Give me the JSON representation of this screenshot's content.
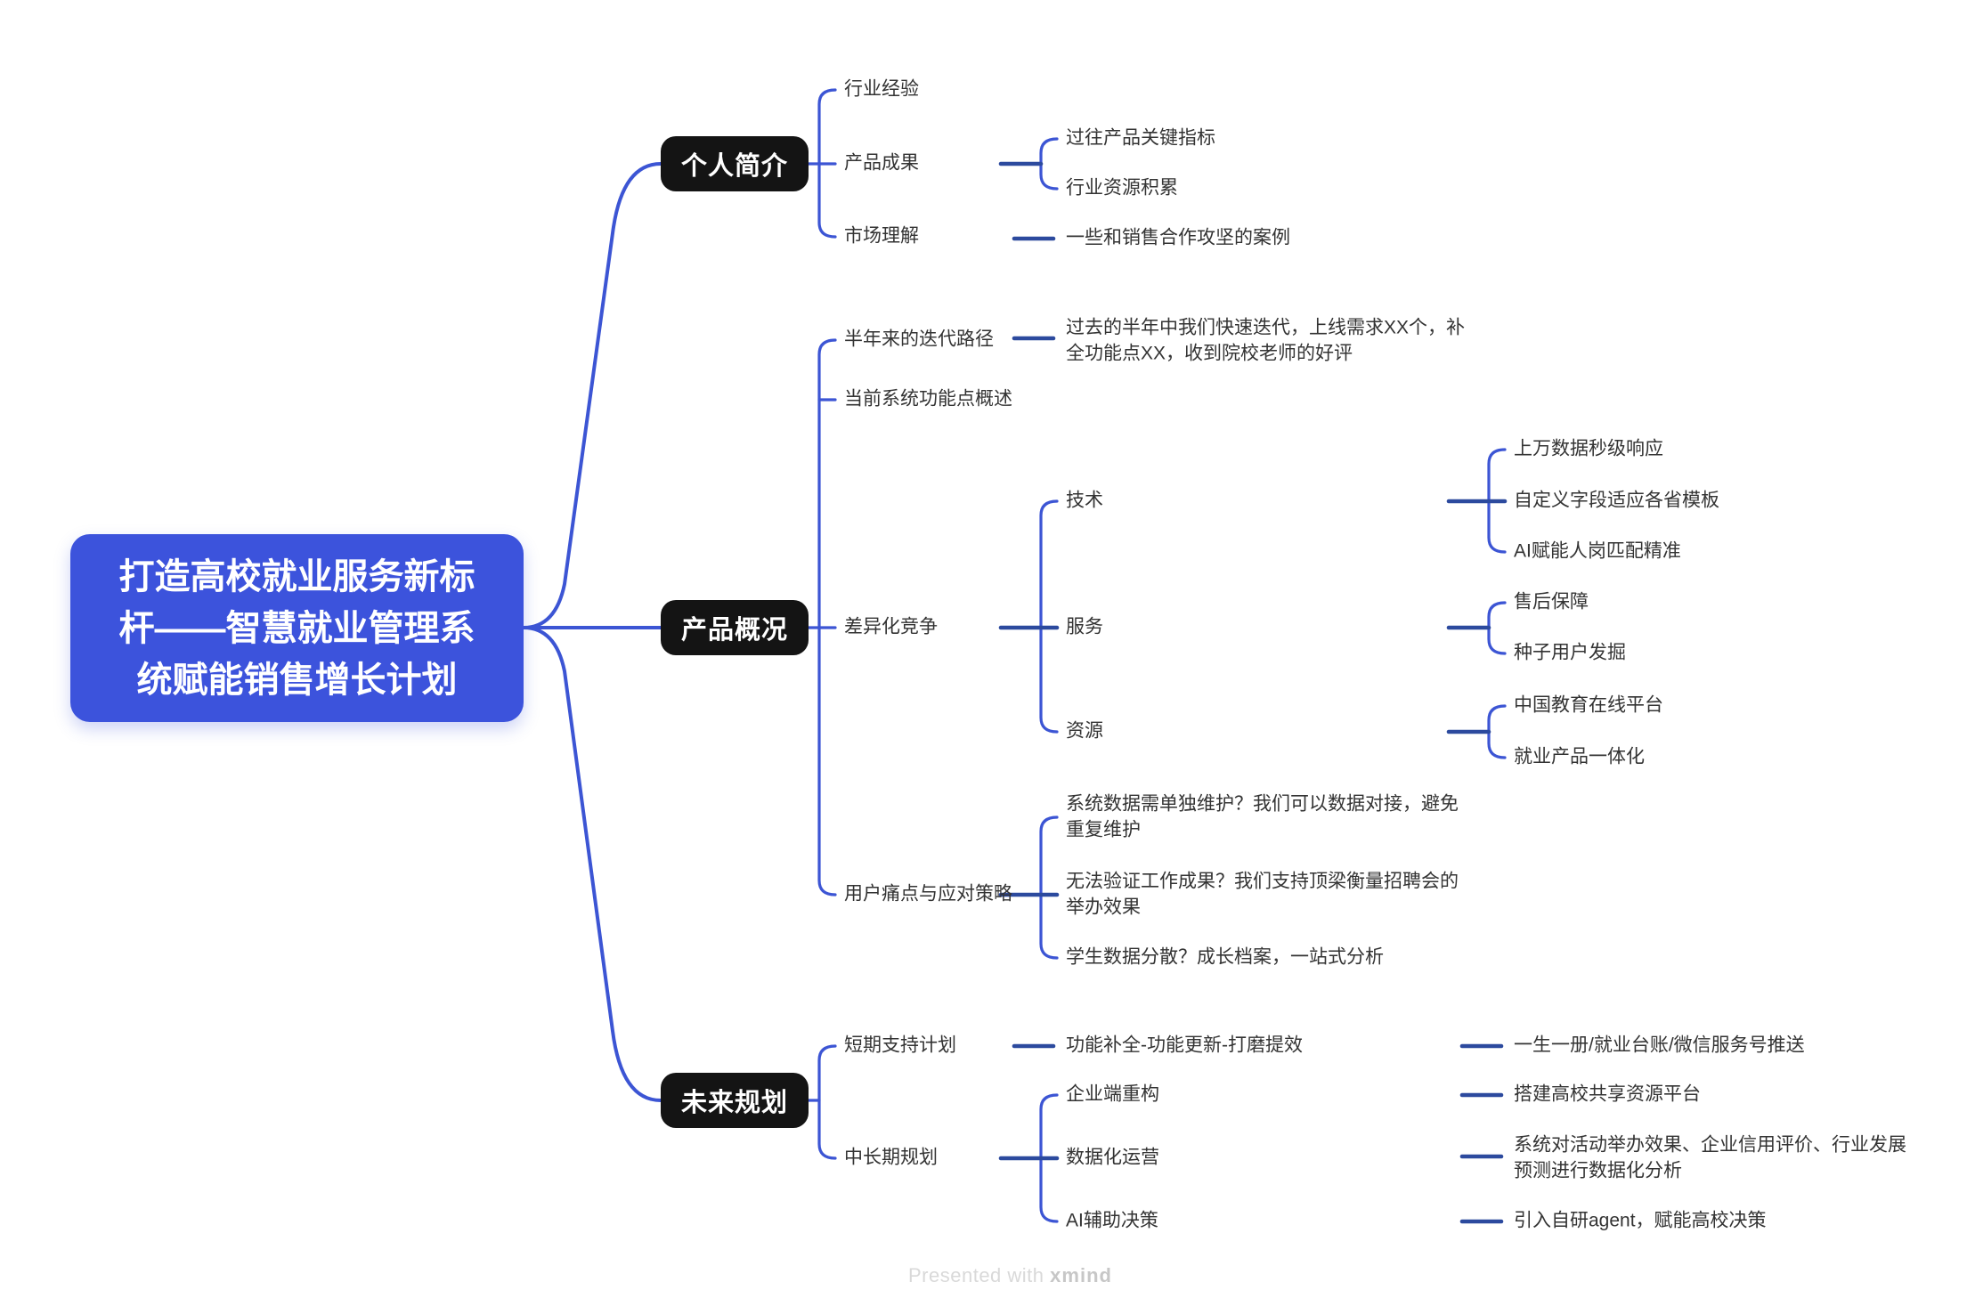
{
  "root": {
    "lines": [
      "打造高校就业服务新标",
      "杆——智慧就业管理系",
      "统赋能销售增长计划"
    ]
  },
  "branches": {
    "personal": {
      "label": "个人简介",
      "industry_exp": "行业经验",
      "product_results": "产品成果",
      "market_understanding": "市场理解",
      "past_kpi": "过往产品关键指标",
      "industry_resources": "行业资源积累",
      "sales_cases": "一些和销售合作攻坚的案例"
    },
    "product": {
      "label": "产品概况",
      "iteration_path": "半年来的迭代路径",
      "iteration_detail_lines": [
        "过去的半年中我们快速迭代，上线需求XX个，补",
        "全功能点XX，收到院校老师的好评"
      ],
      "current_features": "当前系统功能点概述",
      "differentiation": "差异化竞争",
      "tech": "技术",
      "service": "服务",
      "resource": "资源",
      "tech_speed": "上万数据秒级响应",
      "tech_fields": "自定义字段适应各省模板",
      "tech_ai_match": "AI赋能人岗匹配精准",
      "service_aftersale": "售后保障",
      "service_seed_users": "种子用户发掘",
      "resource_eol": "中国教育在线平台",
      "resource_integration": "就业产品一体化",
      "pain_points": "用户痛点与应对策略",
      "pain1_lines": [
        "系统数据需单独维护？我们可以数据对接，避免",
        "重复维护"
      ],
      "pain2_lines": [
        "无法验证工作成果？我们支持顶梁衡量招聘会的",
        "举办效果"
      ],
      "pain3": "学生数据分散？成长档案，一站式分析"
    },
    "future": {
      "label": "未来规划",
      "short_term": "短期支持计划",
      "short_term_detail": "功能补全-功能更新-打磨提效",
      "short_term_items": "一生一册/就业台账/微信服务号推送",
      "mid_long_term": "中长期规划",
      "enterprise_rebuild": "企业端重构",
      "enterprise_platform": "搭建高校共享资源平台",
      "data_ops": "数据化运营",
      "data_ops_lines": [
        "系统对活动举办效果、企业信用评价、行业发展",
        "预测进行数据化分析"
      ],
      "ai_decision": "AI辅助决策",
      "ai_agent": "引入自研agent，赋能高校决策"
    }
  },
  "watermark": {
    "prefix": "Presented with",
    "brand": "xmind"
  },
  "colors": {
    "root_fill": "#3c53dc",
    "section_fill": "#141414",
    "connector": "#3c55d4",
    "tick": "#2c4a9e",
    "text": "#333333"
  }
}
